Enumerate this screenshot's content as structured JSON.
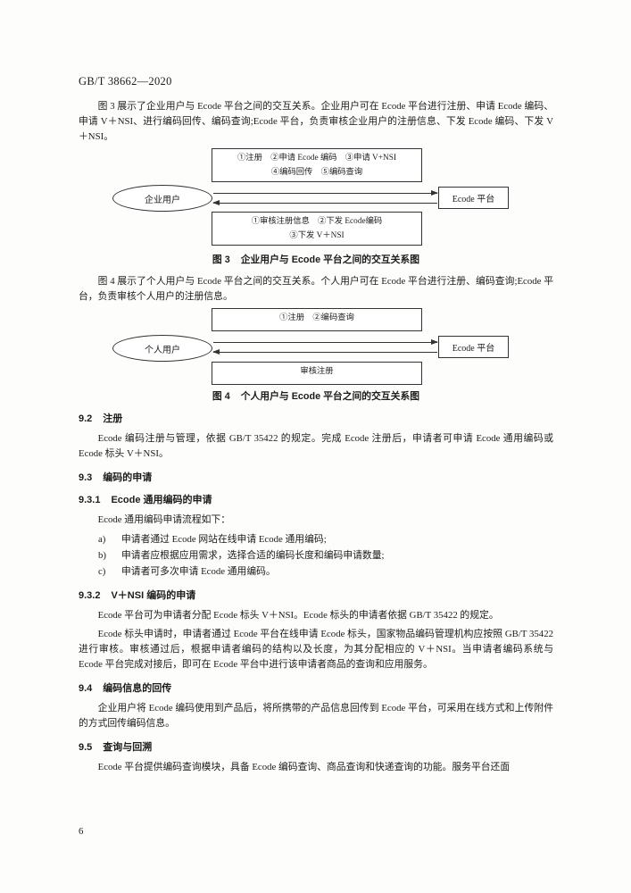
{
  "header": {
    "doc_number": "GB/T 38662—2020",
    "page_number": "6"
  },
  "paragraphs": {
    "fig3_intro": "图 3 展示了企业用户与 Ecode 平台之间的交互关系。企业用户可在 Ecode 平台进行注册、申请 Ecode 编码、申请 V＋NSI、进行编码回传、编码查询;Ecode 平台，负责审核企业用户的注册信息、下发 Ecode 编码、下发 V＋NSI。",
    "fig4_intro": "图 4 展示了个人用户与 Ecode 平台之间的交互关系。个人用户可在 Ecode 平台进行注册、编码查询;Ecode 平台，负责审核个人用户的注册信息。"
  },
  "figure3": {
    "actor": "企业用户",
    "platform": "Ecode 平台",
    "top_line1": "①注册　②申请 Ecode 编码　③申请 V+NSI",
    "top_line2": "④编码回传　⑤编码查询",
    "bottom_line1": "①审核注册信息　②下发 Ecode编码",
    "bottom_line2": "③下发 V＋NSI",
    "caption_num": "图 3",
    "caption_text": "企业用户与 Ecode 平台之间的交互关系图"
  },
  "figure4": {
    "actor": "个人用户",
    "platform": "Ecode 平台",
    "top_line": "①注册　②编码查询",
    "bottom_line": "审核注册",
    "caption_num": "图 4",
    "caption_text": "个人用户与 Ecode 平台之间的交互关系图"
  },
  "sections": {
    "s92": {
      "num": "9.2",
      "title": "注册",
      "body": "Ecode 编码注册与管理，依据 GB/T 35422 的规定。完成 Ecode 注册后，申请者可申请 Ecode 通用编码或 Ecode 标头 V＋NSI。"
    },
    "s93": {
      "num": "9.3",
      "title": "编码的申请"
    },
    "s931": {
      "num": "9.3.1",
      "title": "Ecode 通用编码的申请",
      "intro": "Ecode 通用编码申请流程如下：",
      "items": [
        {
          "label": "a)",
          "text": "申请者通过 Ecode 网站在线申请 Ecode 通用编码;"
        },
        {
          "label": "b)",
          "text": "申请者应根据应用需求，选择合适的编码长度和编码申请数量;"
        },
        {
          "label": "c)",
          "text": "申请者可多次申请 Ecode 通用编码。"
        }
      ]
    },
    "s932": {
      "num": "9.3.2",
      "title": "V＋NSI 编码的申请",
      "para1": "Ecode 平台可为申请者分配 Ecode 标头 V＋NSI。Ecode 标头的申请者依据 GB/T 35422 的规定。",
      "para2": "Ecode 标头申请时，申请者通过 Ecode 平台在线申请 Ecode 标头，国家物品编码管理机构应按照 GB/T 35422 进行审核。审核通过后，根据申请者编码的结构以及长度，为其分配相应的 V＋NSI。当申请者编码系统与 Ecode 平台完成对接后，即可在 Ecode 平台中进行该申请者商品的查询和应用服务。"
    },
    "s94": {
      "num": "9.4",
      "title": "编码信息的回传",
      "body": "企业用户将 Ecode 编码使用到产品后，将所携带的产品信息回传到 Ecode 平台，可采用在线方式和上传附件的方式回传编码信息。"
    },
    "s95": {
      "num": "9.5",
      "title": "查询与回溯",
      "body": "Ecode 平台提供编码查询模块，具备 Ecode 编码查询、商品查询和快递查询的功能。服务平台还面"
    }
  }
}
